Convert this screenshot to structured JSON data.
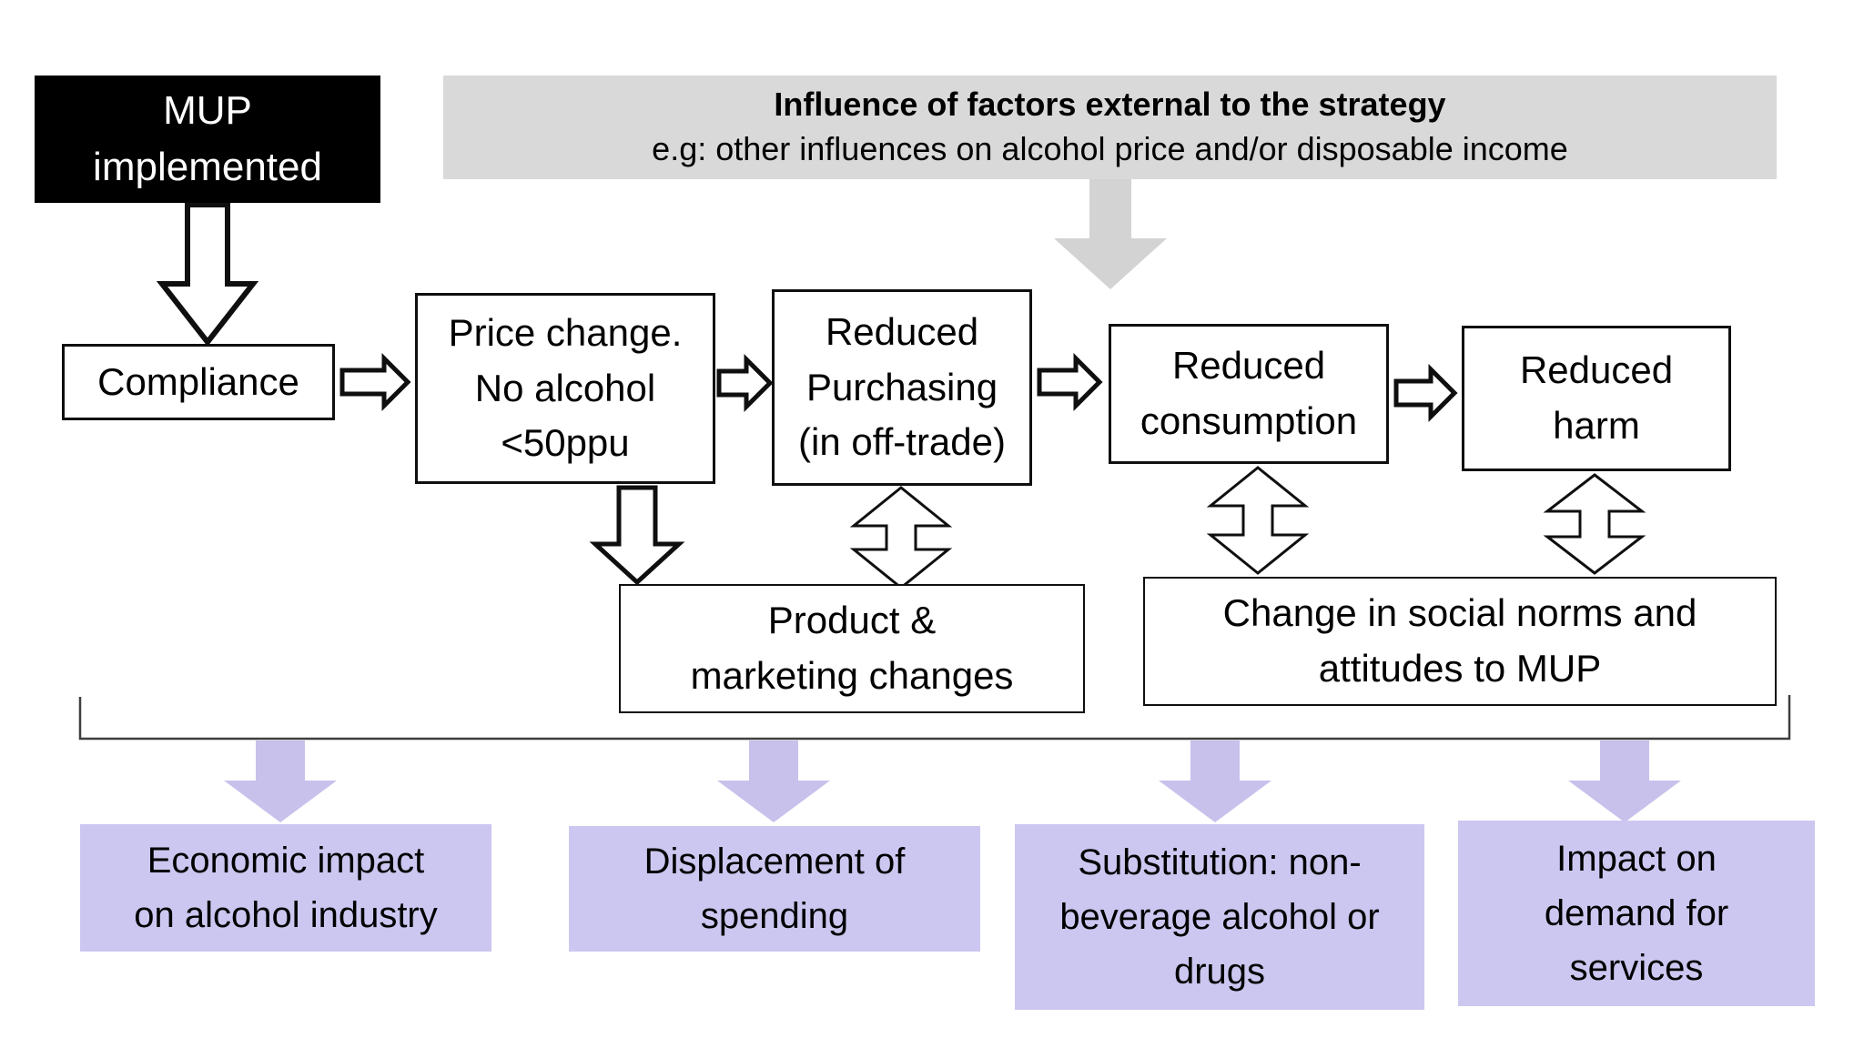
{
  "colors": {
    "black_box_bg": "#000000",
    "black_box_text": "#ffffff",
    "external_bg": "#d9d9d9",
    "external_arrow": "#d3d3d3",
    "outcome_bg": "#ccc7f0",
    "outcome_arrow": "#c7c1ec",
    "box_border": "#0f0f0f",
    "bracket": "#3f3f3f"
  },
  "nodes": {
    "mup": {
      "lines": [
        "MUP",
        "implemented"
      ]
    },
    "external": {
      "title": "Influence of factors external to the strategy",
      "subtitle": "e.g: other influences on alcohol price and/or disposable income"
    },
    "compliance": {
      "lines": [
        "Compliance"
      ]
    },
    "price_change": {
      "lines": [
        "Price change.",
        "No alcohol",
        "<50ppu"
      ]
    },
    "reduced_purchasing": {
      "lines": [
        "Reduced",
        "Purchasing",
        "(in off-trade)"
      ]
    },
    "reduced_consumption": {
      "lines": [
        "Reduced",
        "consumption"
      ]
    },
    "reduced_harm": {
      "lines": [
        "Reduced",
        "harm"
      ]
    },
    "product_marketing": {
      "lines": [
        "Product &",
        "marketing changes"
      ]
    },
    "social_norms": {
      "lines": [
        "Change in social norms and",
        "attitudes to MUP"
      ]
    },
    "economic_impact": {
      "lines": [
        "Economic impact",
        "on alcohol industry"
      ]
    },
    "displacement": {
      "lines": [
        "Displacement of",
        "spending"
      ]
    },
    "substitution": {
      "lines": [
        "Substitution: non-",
        "beverage alcohol or",
        "drugs"
      ]
    },
    "services_demand": {
      "lines": [
        "Impact on",
        "demand for",
        "services"
      ]
    }
  }
}
